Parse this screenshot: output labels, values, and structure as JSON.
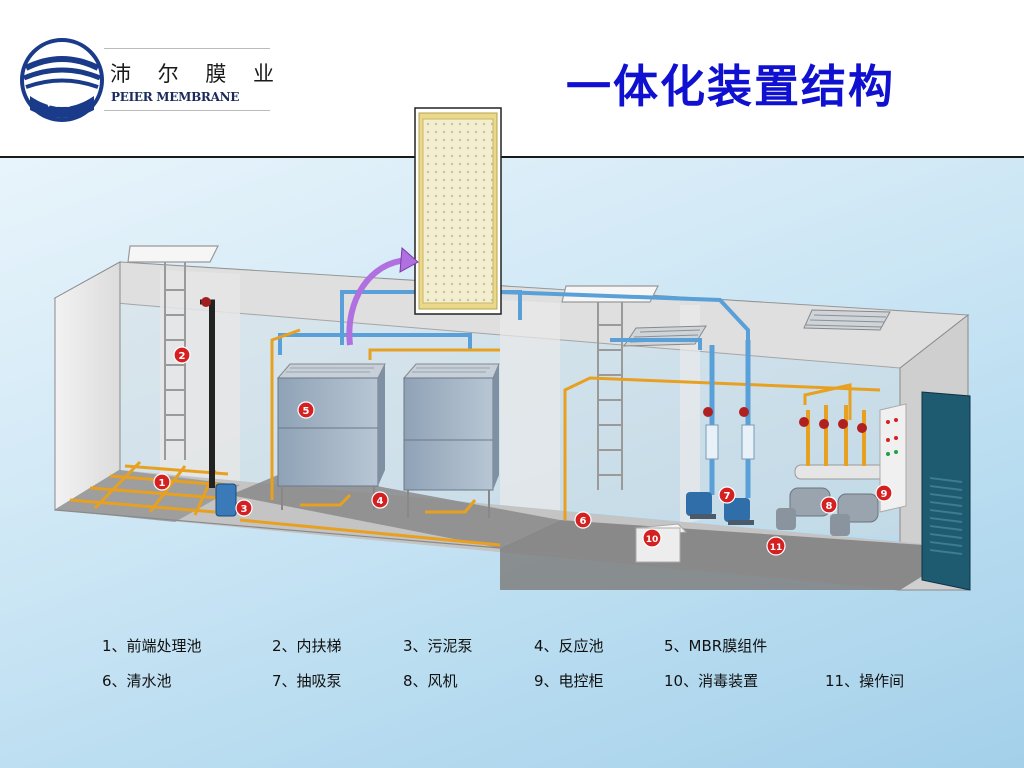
{
  "header": {
    "brand_cn": "沛 尔 膜 业",
    "brand_en": "PEIER MEMBRANE",
    "logo_text": "沛尔",
    "title": "一体化装置结构"
  },
  "markers": [
    "1",
    "2",
    "3",
    "4",
    "5",
    "6",
    "7",
    "8",
    "9",
    "10",
    "11"
  ],
  "legend": {
    "row1": [
      "1、前端处理池",
      "2、内扶梯",
      "3、污泥泵",
      "4、反应池",
      "5、MBR膜组件"
    ],
    "row2": [
      "6、清水池",
      "7、抽吸泵",
      "8、风机",
      "9、电控柜",
      "10、消毒装置",
      "11、操作间"
    ]
  },
  "colors": {
    "title": "#1010d0",
    "marker": "#d42020",
    "pipe_orange": "#e8a020",
    "pipe_blue": "#5aa0d8",
    "arrow": "#b070e0"
  }
}
